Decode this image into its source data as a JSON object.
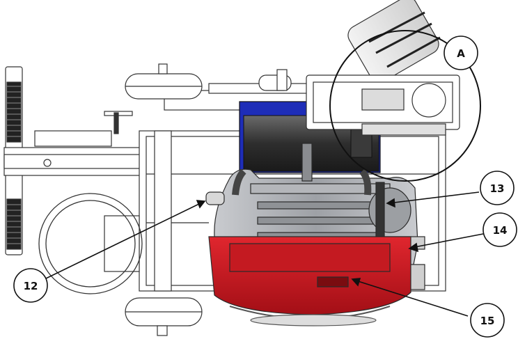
{
  "figure": {
    "callouts": [
      {
        "id": "A",
        "label": "A"
      },
      {
        "id": "13",
        "label": "13"
      },
      {
        "id": "14",
        "label": "14"
      },
      {
        "id": "12",
        "label": "12"
      },
      {
        "id": "15",
        "label": "15"
      }
    ],
    "colors": {
      "engine_base": "#c8141c",
      "fuel_tank": "#1e2db8",
      "engine_body": "#a7a9ad",
      "outline": "#2a2a2a",
      "frame": "#ffffff"
    }
  }
}
